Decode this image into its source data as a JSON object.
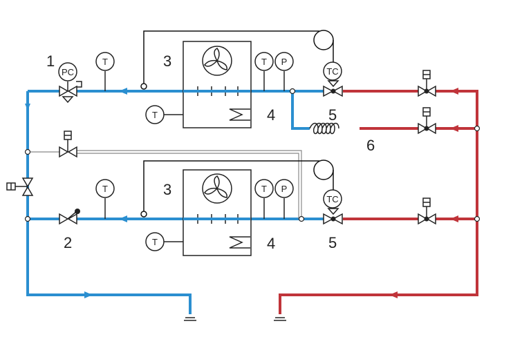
{
  "colors": {
    "cold_line": "#2b8fd0",
    "hot_line": "#c0343a",
    "wire": "#111111",
    "stroke": "#222222",
    "bypass": "#888888"
  },
  "labels": {
    "pressure_controller": "1",
    "hand_valve": "2",
    "evaporator_upper": "3",
    "evaporator_lower": "3",
    "coil_upper": "4",
    "coil_lower": "4",
    "control_valve_upper": "5",
    "control_valve_lower": "5",
    "heat_tracing": "6"
  },
  "instruments": {
    "pc": "PC",
    "tc": "TC",
    "t": "T",
    "p": "P"
  },
  "icons": [
    "fan-icon",
    "solenoid-valve-icon",
    "gate-valve-icon",
    "heat-coil-icon",
    "drain-icon",
    "flow-arrow-icon"
  ]
}
